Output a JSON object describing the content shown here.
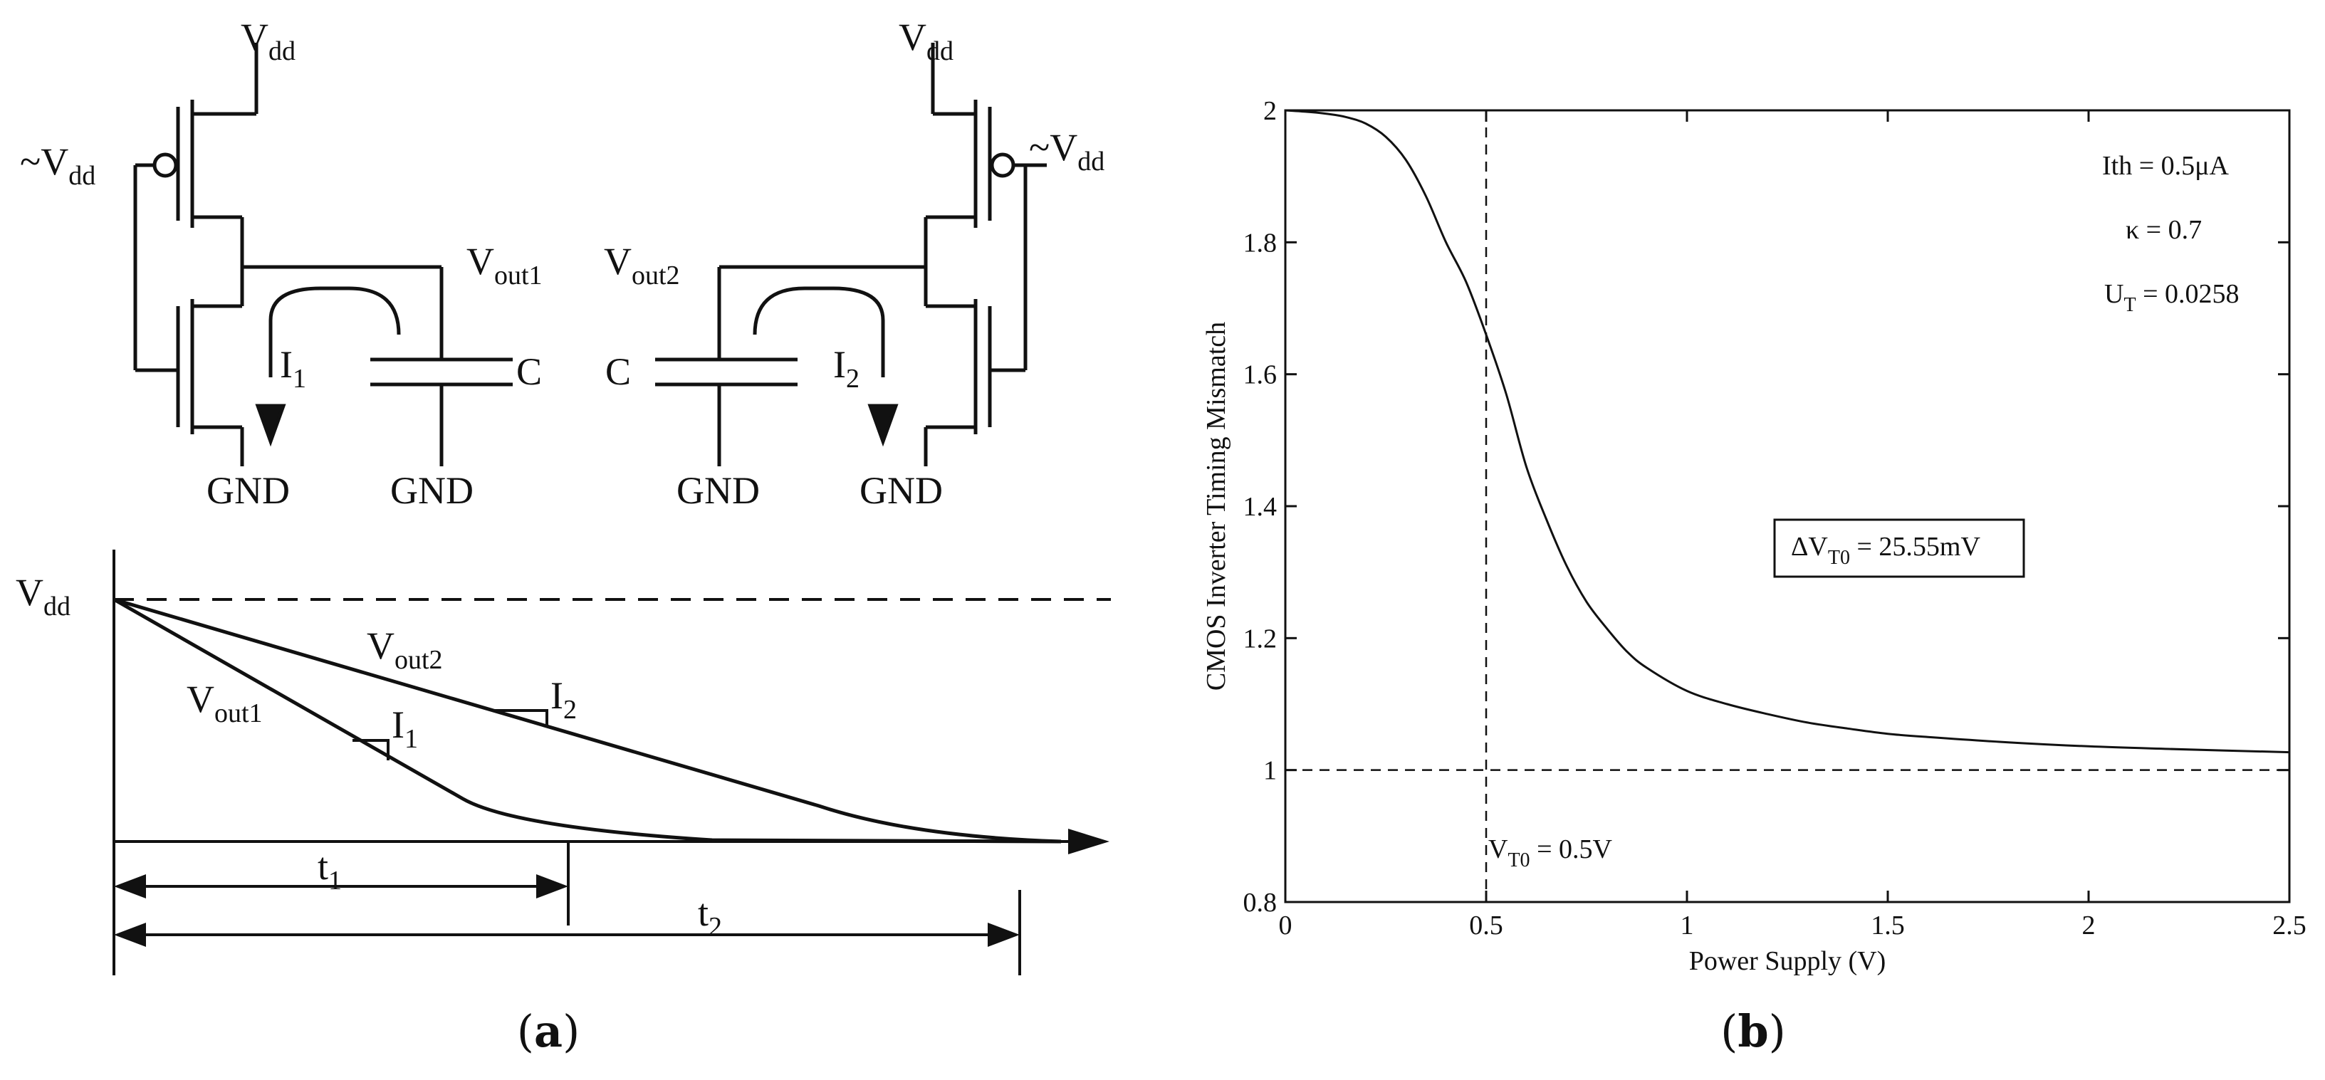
{
  "circuit": {
    "vdd_left": {
      "main": "V",
      "sub": "dd"
    },
    "vdd_right": {
      "main": "V",
      "sub": "dd"
    },
    "not_vdd_left": {
      "main": "~V",
      "sub": "dd"
    },
    "not_vdd_right": {
      "main": "~V",
      "sub": "dd"
    },
    "vout1": {
      "main": "V",
      "sub": "out1"
    },
    "vout2": {
      "main": "V",
      "sub": "out2"
    },
    "i1": {
      "main": "I",
      "sub": "1"
    },
    "i2": {
      "main": "I",
      "sub": "2"
    },
    "cap_left_label": "C",
    "cap_right_label": "C",
    "gnd_labels": [
      "GND",
      "GND",
      "GND",
      "GND"
    ]
  },
  "timing_diagram": {
    "vdd": {
      "main": "V",
      "sub": "dd"
    },
    "vout1": {
      "main": "V",
      "sub": "out1"
    },
    "vout2": {
      "main": "V",
      "sub": "out2"
    },
    "slope_i1": {
      "main": "I",
      "sub": "1"
    },
    "slope_i2": {
      "main": "I",
      "sub": "2"
    },
    "t1": {
      "main": "t",
      "sub": "1"
    },
    "t2": {
      "main": "t",
      "sub": "2"
    }
  },
  "panel_labels": {
    "a": {
      "open": "(",
      "letter": "a",
      "close": ")"
    },
    "b": {
      "open": "(",
      "letter": "b",
      "close": ")"
    }
  },
  "chart_data": {
    "type": "line",
    "title": "",
    "xlabel": "Power Supply (V)",
    "ylabel": "CMOS Inverter Timing Mismatch",
    "xlim": [
      0,
      2.5
    ],
    "ylim": [
      0.8,
      2
    ],
    "xticks": [
      0,
      0.5,
      1,
      1.5,
      2,
      2.5
    ],
    "xtick_labels": [
      "0",
      "0.5",
      "1",
      "1.5",
      "2",
      "2.5"
    ],
    "yticks": [
      0.8,
      1,
      1.2,
      1.4,
      1.6,
      1.8,
      2
    ],
    "ytick_labels": [
      "0.8",
      "1",
      "1.2",
      "1.4",
      "1.6",
      "1.8",
      "2"
    ],
    "grid": false,
    "series": [
      {
        "x": [
          0,
          0.05,
          0.1,
          0.15,
          0.2,
          0.25,
          0.3,
          0.35,
          0.4,
          0.45,
          0.5,
          0.55,
          0.6,
          0.65,
          0.7,
          0.75,
          0.8,
          0.85,
          0.9,
          1.0,
          1.1,
          1.2,
          1.3,
          1.4,
          1.5,
          1.6,
          1.8,
          2.0,
          2.2,
          2.5
        ],
        "y": [
          2.0,
          1.998,
          1.995,
          1.99,
          1.98,
          1.96,
          1.925,
          1.87,
          1.8,
          1.74,
          1.66,
          1.57,
          1.46,
          1.38,
          1.31,
          1.255,
          1.215,
          1.18,
          1.155,
          1.12,
          1.1,
          1.085,
          1.072,
          1.063,
          1.055,
          1.05,
          1.042,
          1.036,
          1.032,
          1.027
        ],
        "color": "#111111"
      }
    ],
    "reference_lines": [
      {
        "axis": "x",
        "value": 0.5,
        "style": "dashed"
      },
      {
        "axis": "y",
        "value": 1,
        "style": "dashed"
      }
    ],
    "annotations": {
      "ith": "Ith = 0.5μA",
      "kappa": "κ = 0.7",
      "ut": {
        "main": "U",
        "sub": "T",
        "rest": " = 0.0258"
      },
      "delta_vt0": {
        "main": "ΔV",
        "sub": "T0",
        "rest": " = 25.55mV"
      },
      "vt0": {
        "main": "V",
        "sub": "T0",
        "rest": " = 0.5V"
      }
    }
  }
}
